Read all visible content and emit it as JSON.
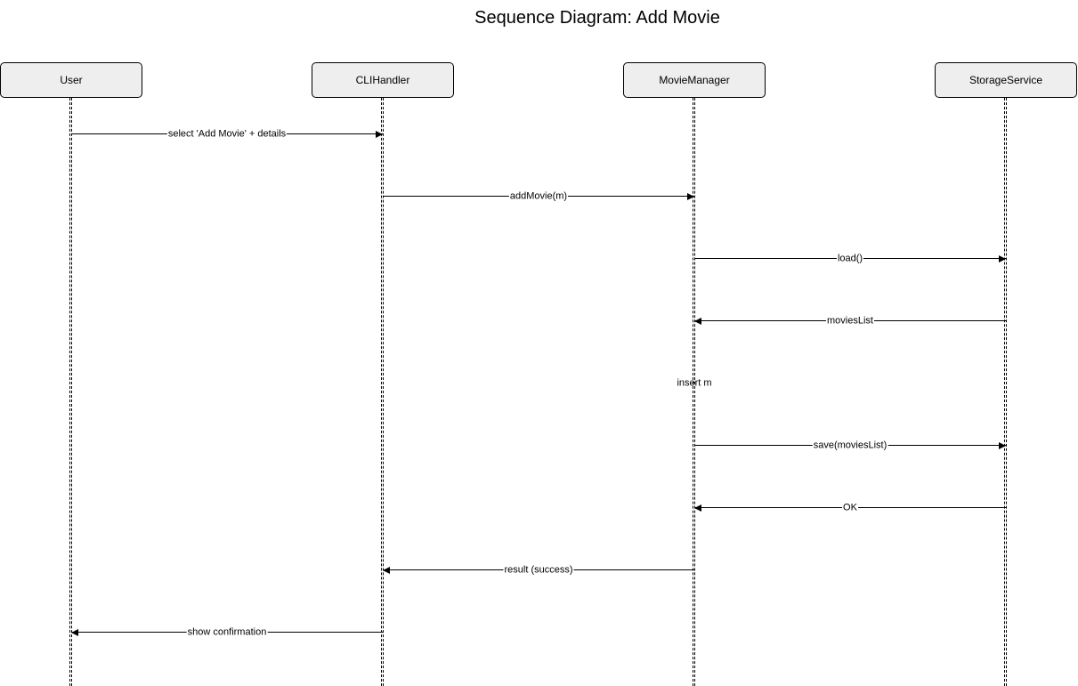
{
  "diagram": {
    "title": "Sequence Diagram: Add Movie",
    "participants": [
      {
        "name": "User"
      },
      {
        "name": "CLIHandler"
      },
      {
        "name": "MovieManager"
      },
      {
        "name": "StorageService"
      }
    ],
    "messages": [
      {
        "from": 0,
        "to": 1,
        "label": "select 'Add Movie' + details"
      },
      {
        "from": 1,
        "to": 2,
        "label": "addMovie(m)"
      },
      {
        "from": 2,
        "to": 3,
        "label": "load()"
      },
      {
        "from": 3,
        "to": 2,
        "label": "moviesList"
      },
      {
        "self": 2,
        "label": "insert m"
      },
      {
        "from": 2,
        "to": 3,
        "label": "save(moviesList)"
      },
      {
        "from": 3,
        "to": 2,
        "label": "OK"
      },
      {
        "from": 2,
        "to": 1,
        "label": "result (success)"
      },
      {
        "from": 1,
        "to": 0,
        "label": "show confirmation"
      }
    ]
  }
}
